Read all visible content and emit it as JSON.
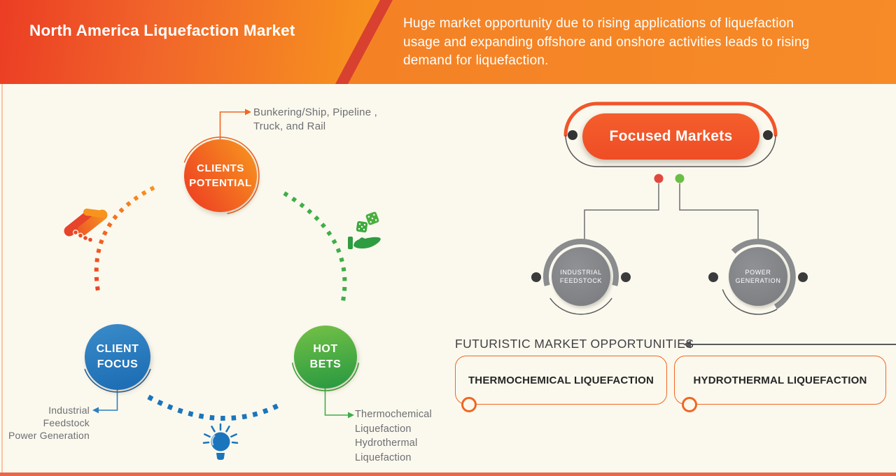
{
  "header": {
    "title": "North America Liquefaction Market",
    "description": "Huge market opportunity due to rising applications of liquefaction usage and expanding offshore and onshore activities leads to rising demand for liquefaction."
  },
  "cycle": {
    "clients_potential": {
      "label": "CLIENTS\nPOTENTIAL",
      "annotation": "Bunkering/Ship, Pipeline ,\nTruck, and Rail"
    },
    "client_focus": {
      "label": "CLIENT\nFOCUS",
      "annotation": "Industrial\nFeedstock\nPower Generation"
    },
    "hot_bets": {
      "label": "HOT\nBETS",
      "annotation": "Thermochemical\nLiquefaction\nHydrothermal\nLiquefaction"
    },
    "icons": [
      "handshake-icon",
      "hand-with-dice-icon",
      "lightbulb-icon"
    ]
  },
  "focused_markets": {
    "title": "Focused Markets",
    "children": [
      {
        "label": "INDUSTRIAL\nFEEDSTOCK"
      },
      {
        "label": "POWER\nGENERATION"
      }
    ]
  },
  "opportunities": {
    "title": "FUTURISTIC MARKET OPPORTUNITIES",
    "items": [
      {
        "label": "THERMOCHEMICAL LIQUEFACTION"
      },
      {
        "label": "HYDROTHERMAL LIQUEFACTION"
      }
    ]
  },
  "colors": {
    "accent_orange": "#F26522",
    "red_orange": "#EF4123",
    "header_orange": "#F7941E",
    "blue": "#1B75BC",
    "green": "#3FAE49",
    "gray_text": "#6D6E71",
    "dark_text": "#414042",
    "node_gray": "#828487",
    "background_cream": "#FBF9EE",
    "bottom_bar": "#E96746"
  }
}
